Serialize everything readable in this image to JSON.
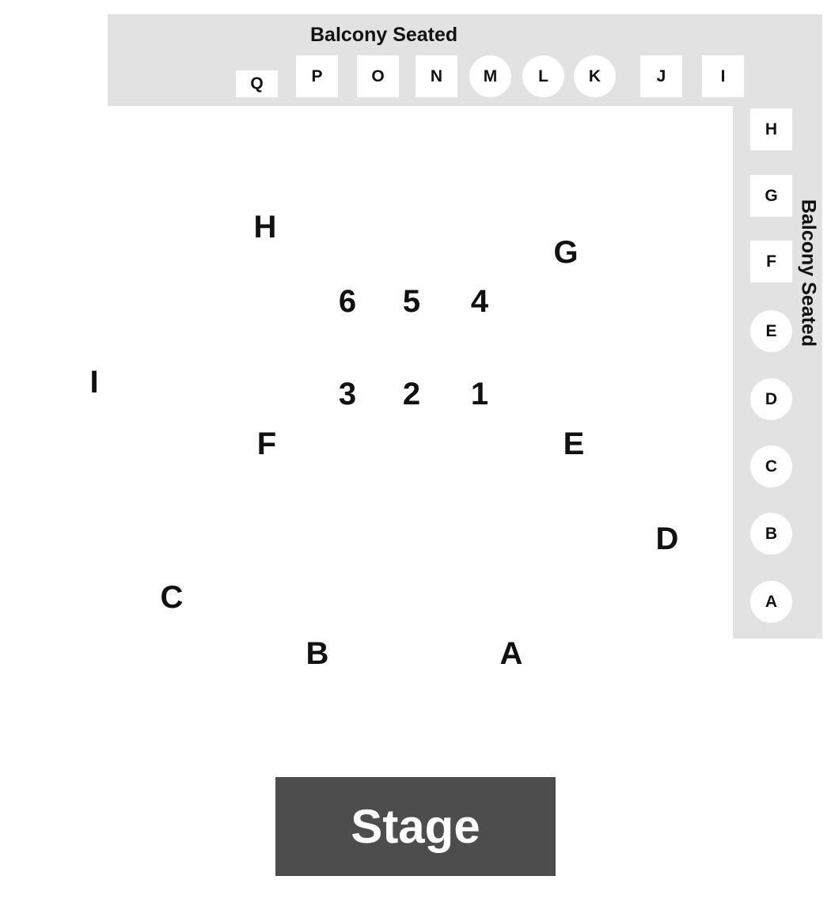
{
  "balcony": {
    "top_title": "Balcony Seated",
    "right_title": "Balcony Seated",
    "top_sections": [
      "Q",
      "P",
      "O",
      "N",
      "M",
      "L",
      "K",
      "J",
      "I"
    ],
    "right_sections": [
      "H",
      "G",
      "F",
      "E",
      "D",
      "C",
      "B",
      "A"
    ]
  },
  "floor": {
    "sections": [
      "H",
      "G",
      "6",
      "5",
      "4",
      "I",
      "3",
      "2",
      "1",
      "F",
      "E",
      "D",
      "C",
      "B",
      "A"
    ]
  },
  "stage": {
    "label": "Stage"
  },
  "colors": {
    "balcony_bg": "#e2e2e2",
    "seat_bg": "#ffffff",
    "stage_bg": "#4d4d4d",
    "text": "#111111"
  }
}
